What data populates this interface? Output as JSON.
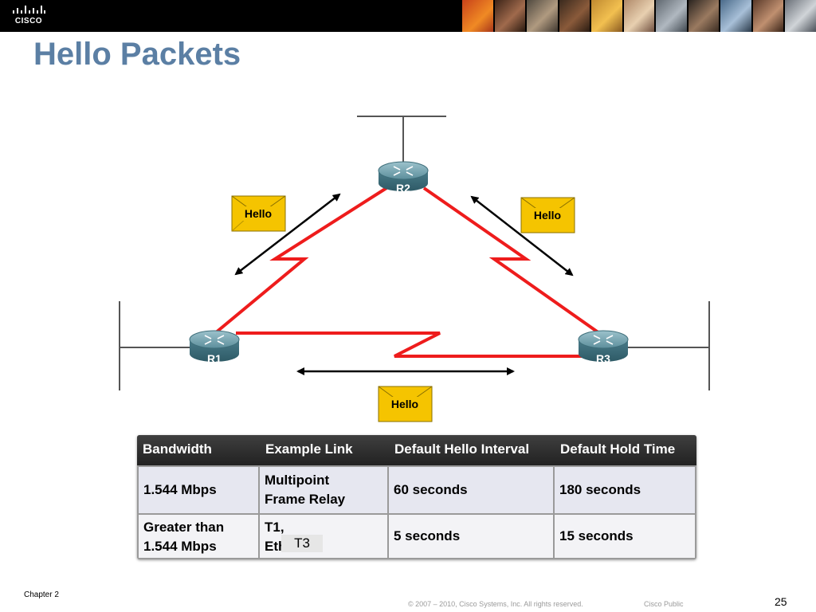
{
  "header": {
    "logo_text": "CISCO"
  },
  "slide": {
    "title": "Hello Packets"
  },
  "diagram": {
    "routers": [
      "R2",
      "R1",
      "R3"
    ],
    "hello_labels": [
      "Hello",
      "Hello",
      "Hello"
    ]
  },
  "table": {
    "headers": [
      "Bandwidth",
      "Example Link",
      "Default Hello Interval",
      "Default Hold Time"
    ],
    "rows": [
      {
        "bandwidth": [
          "1.544 Mbps"
        ],
        "example_link": [
          "Multipoint",
          "Frame Relay"
        ],
        "hello_interval": "60 seconds",
        "hold_time": "180 seconds"
      },
      {
        "bandwidth": [
          "Greater than",
          "1.544 Mbps"
        ],
        "example_link": [
          "T1,",
          "Ethernet"
        ],
        "hello_interval": "5 seconds",
        "hold_time": "15 seconds"
      }
    ],
    "overlay_text": "T3"
  },
  "footer": {
    "chapter": "Chapter 2",
    "copyright": "© 2007 – 2010, Cisco Systems, Inc. All rights reserved.",
    "classification": "Cisco Public",
    "page_number": "25"
  },
  "colors": {
    "title": "#5b7fa4",
    "link": "#ee1c1c",
    "envelope": "#f5c400",
    "router": "#4f7f8e"
  }
}
